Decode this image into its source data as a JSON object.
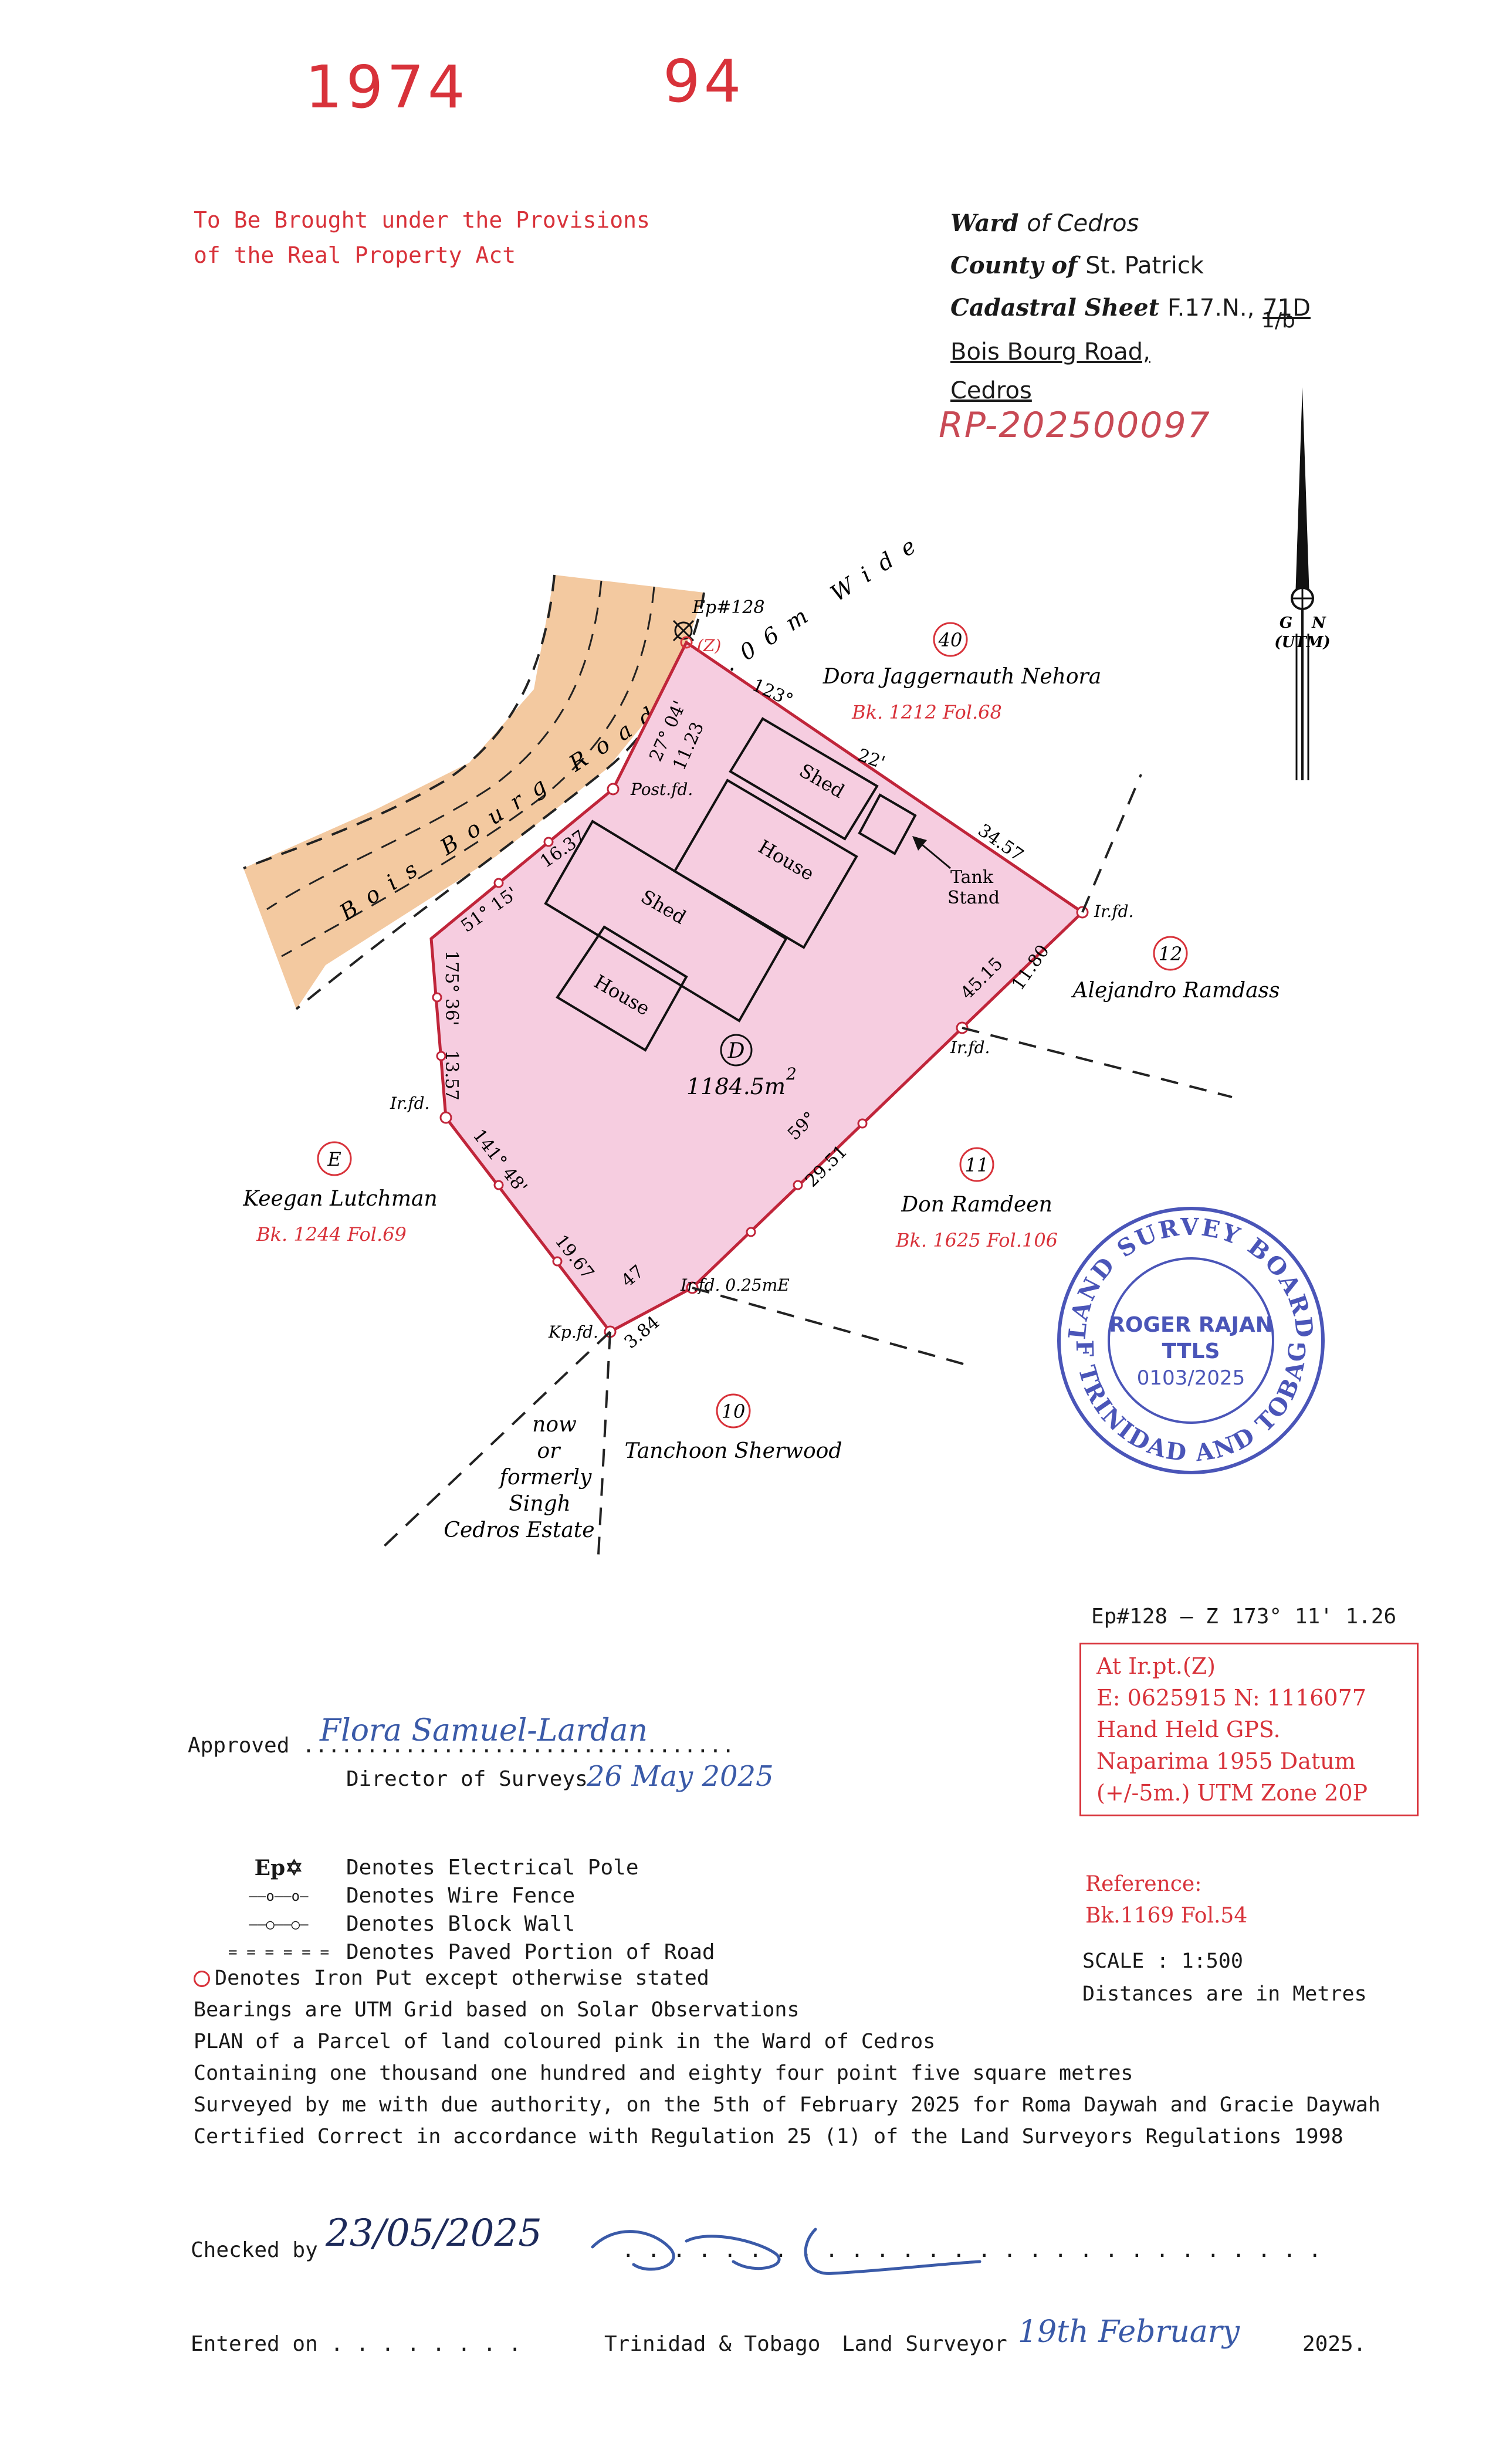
{
  "header": {
    "file_number_1": "1974",
    "file_number_2": "94",
    "provisions_line1": "To Be Brought under the Provisions",
    "provisions_line2": "of the Real Property Act",
    "ward_word": "Ward",
    "ward_of": "of Cedros",
    "county_word": "County of",
    "county_name": "St. Patrick",
    "cadastral_label": "Cadastral Sheet",
    "cadastral_value": "F.17.N.,",
    "cadastral_sheet": "71D",
    "cadastral_sub": "1/b",
    "address_line1": "Bois Bourg Road,",
    "address_line2": "Cedros",
    "rp_number": "RP-202500097"
  },
  "north_arrow": {
    "grid_label": "G",
    "true_label": "N",
    "utm_label": "(UTM)"
  },
  "map": {
    "road_name": "Bois Bourg Road 10.06m Wide",
    "parcel_label": "D",
    "parcel_area": "1184.5m",
    "area_superscript": "2",
    "ep_label": "Ep#128",
    "z_label": "(Z)",
    "post_label": "Post.fd.",
    "irfd_east": "Ir.fd.",
    "irfd_mid": "Ir.fd.",
    "irfd_west": "Ir.fd.",
    "irfd_south": "Ir.fd. 0.25mE",
    "kpfd": "Kp.fd.",
    "tank_stand_1": "Tank",
    "tank_stand_2": "Stand",
    "structures": [
      "Shed",
      "House",
      "Shed",
      "House"
    ],
    "dimensions": {
      "north_bearing": "123°",
      "north_dist": "34.57",
      "north_22": "22'",
      "ne_bearing1": "27° 04'",
      "ne_dist1": "11.23",
      "nw_dist": "16.37",
      "nw_bearing": "51° 15'",
      "west_bearing": "175° 36'",
      "west_dist": "13.57",
      "sw_bearing": "141° 48'",
      "sw_dist": "19.67",
      "s_bearing": "47",
      "s_dist": "3.84",
      "se_bearing": "59°",
      "se_dist": "29.51",
      "e_dist1": "45.15",
      "e_dist2": "11.80"
    },
    "neighbours": [
      {
        "id": "40",
        "name": "Dora Jaggernauth Nehora",
        "ref": "Bk. 1212 Fol.68"
      },
      {
        "id": "12",
        "name": "Alejandro Ramdass",
        "ref": ""
      },
      {
        "id": "11",
        "name": "Don Ramdeen",
        "ref": "Bk. 1625 Fol.106"
      },
      {
        "id": "10",
        "name": "Tanchoon Sherwood",
        "ref": ""
      },
      {
        "id": "E",
        "name": "Keegan Lutchman",
        "ref": "Bk. 1244 Fol.69"
      }
    ],
    "estate_lines": [
      "now",
      "or",
      "formerly",
      "Singh",
      "Cedros Estate"
    ]
  },
  "stamp": {
    "ring_top": "LAND SURVEY BOARD",
    "ring_bottom": "OF TRINIDAD AND TOBAGO",
    "name": "ROGER RAJAN",
    "title": "TTLS",
    "number": "0103/2025"
  },
  "gps": {
    "bearing_line": "Ep#128 – Z   173° 11' 1.26",
    "box_lines": [
      "At Ir.pt.(Z)",
      "E: 0625915   N: 1116077",
      "Hand Held GPS.",
      "Naparima 1955 Datum",
      "(+/-5m.) UTM  Zone 20P"
    ]
  },
  "reference": {
    "label": "Reference:",
    "value": "Bk.1169 Fol.54"
  },
  "scale": {
    "scale_text": "SCALE : 1:500",
    "units_text": "Distances are in Metres"
  },
  "approval": {
    "approved_label": "Approved",
    "approved_dots": "..................................",
    "director_label": "Director of Surveys",
    "approved_signature": "Flora Samuel-Lardan",
    "approved_date": "26 May 2025"
  },
  "legend": [
    {
      "symbol": "Ep✡",
      "text": "Denotes Electrical Pole"
    },
    {
      "symbol": "——o——o—",
      "text": "Denotes Wire Fence"
    },
    {
      "symbol": "——○——○—",
      "text": "Denotes Block Wall"
    },
    {
      "symbol": "= = = = = =",
      "text": "Denotes Paved Portion of Road"
    }
  ],
  "iron_put_note": "Denotes Iron Put except otherwise stated",
  "notes": [
    "Bearings are UTM Grid based on Solar Observations",
    "PLAN of a Parcel of land coloured pink in the Ward of Cedros",
    "Containing one thousand one hundred and eighty four point five square metres",
    "Surveyed by me with due authority, on the 5th of February 2025 for Roma Daywah and Gracie Daywah",
    "Certified Correct in accordance with Regulation 25 (1) of the Land Surveyors Regulations 1998"
  ],
  "footer": {
    "checked_label": "Checked by",
    "checked_date": "23/05/2025",
    "entered_label": "Entered on . . . . . . . .",
    "country_label": "Trinidad & Tobago",
    "surveyor_label": "Land Surveyor",
    "surveyor_date": "19th February",
    "year": "2025.",
    "surveyor_dots": ". . . . . . . . . . . . . . . . . . . . . . . . . . . ."
  },
  "colors": {
    "parcel_fill": "#f6cde0",
    "road_fill": "#f3c9a0",
    "red_ink": "#d8323a",
    "stamp_blue": "#4a55b8"
  }
}
